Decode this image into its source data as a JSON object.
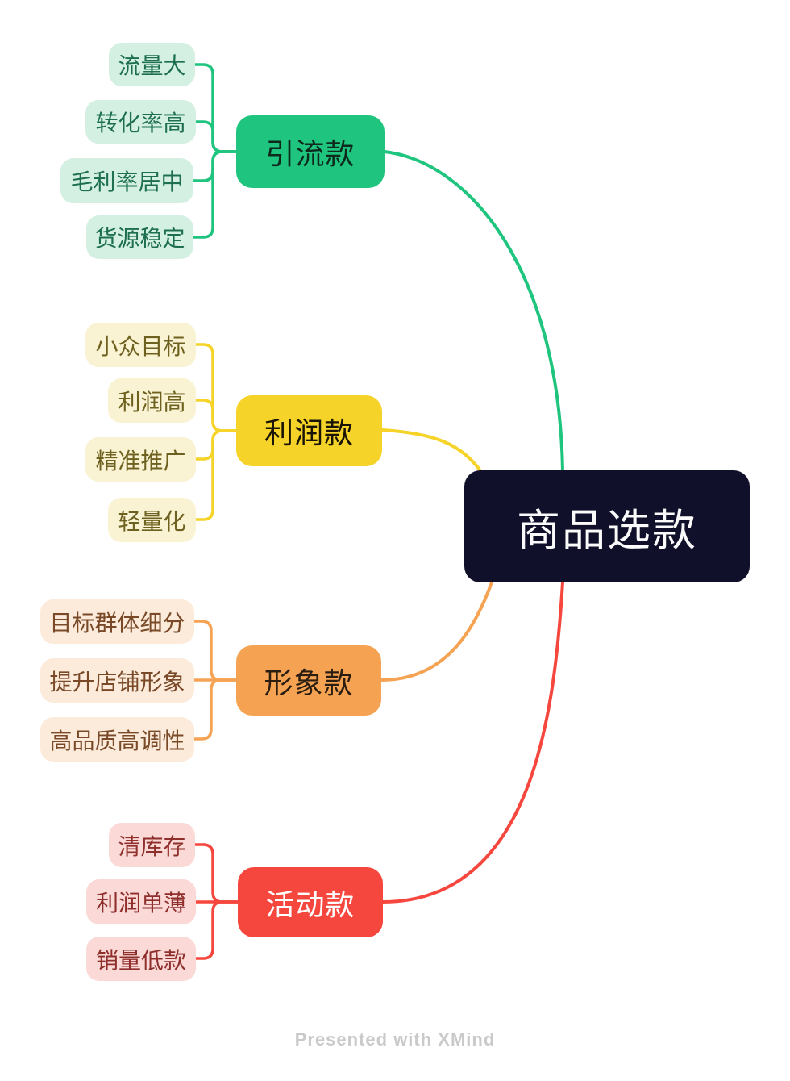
{
  "central_topic": {
    "label": "商品选款",
    "bg": "#10102A",
    "text_color": "#FAFAFA"
  },
  "branches": [
    {
      "label": "引流款",
      "color": "#1FC47E",
      "topic_text_color": "#0E2A1D",
      "child_bg": "#D4F0E2",
      "child_text_color": "#1E6F4F",
      "children": [
        "流量大",
        "转化率高",
        "毛利率居中",
        "货源稳定"
      ]
    },
    {
      "label": "利润款",
      "color": "#F5D328",
      "topic_text_color": "#191405",
      "child_bg": "#FAF3D3",
      "child_text_color": "#6E611F",
      "children": [
        "小众目标",
        "利润高",
        "精准推广",
        "轻量化"
      ]
    },
    {
      "label": "形象款",
      "color": "#F5A353",
      "topic_text_color": "#2B1D10",
      "child_bg": "#FCEBDB",
      "child_text_color": "#7A4A28",
      "children": [
        "目标群体细分",
        "提升店铺形象",
        "高品质高调性"
      ]
    },
    {
      "label": "活动款",
      "color": "#F5473D",
      "topic_text_color": "#FFFFFF",
      "child_bg": "#FAD9D6",
      "child_text_color": "#8F2F2C",
      "children": [
        "清库存",
        "利润单薄",
        "销量低款"
      ]
    }
  ],
  "footer": {
    "text": "Presented with XMind",
    "color": "#CACACA"
  }
}
